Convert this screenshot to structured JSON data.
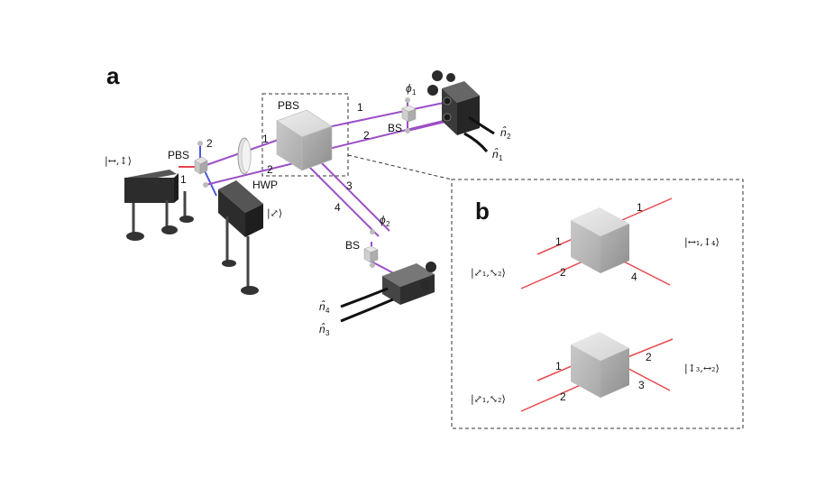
{
  "panels": {
    "a": "a",
    "b": "b"
  },
  "panel_a": {
    "labels": {
      "pbs_left": "PBS",
      "pbs_center": "PBS",
      "hwp": "HWP",
      "bs_upper": "BS",
      "bs_lower": "BS",
      "phi1": "ϕ",
      "phi1_sub": "1",
      "phi2": "ϕ",
      "phi2_sub": "2",
      "n1": "n̂",
      "n1_sub": "1",
      "n2": "n̂",
      "n2_sub": "2",
      "n3": "n̂",
      "n3_sub": "3",
      "n4": "n̂",
      "n4_sub": "4"
    },
    "path_numbers": {
      "pbs_left_2": "2",
      "pbs_left_1": "1",
      "hwp_1": "1",
      "hwp_2": "2",
      "upper_1": "1",
      "upper_2": "2",
      "down_3": "3",
      "down_4": "4"
    },
    "states": {
      "source": "|↔,↕⟩",
      "diag": "|⤢⟩"
    }
  },
  "panel_b": {
    "top": {
      "in1": "1",
      "in2": "2",
      "out1": "1",
      "out4": "4",
      "state_in": "|⤢₁,⤡₂⟩",
      "state_out": "|↔₁,↕₄⟩"
    },
    "bottom": {
      "in1": "1",
      "in2": "2",
      "out2": "2",
      "out3": "3",
      "state_in": "|⤢₁,⤡₂⟩",
      "state_out": "|↕₃,↔₂⟩"
    }
  },
  "colors": {
    "red_beam": "#e8474c",
    "purple_beam": "#9b4fc6",
    "blue_beam": "#4a55e0",
    "dashed": "#333333"
  }
}
